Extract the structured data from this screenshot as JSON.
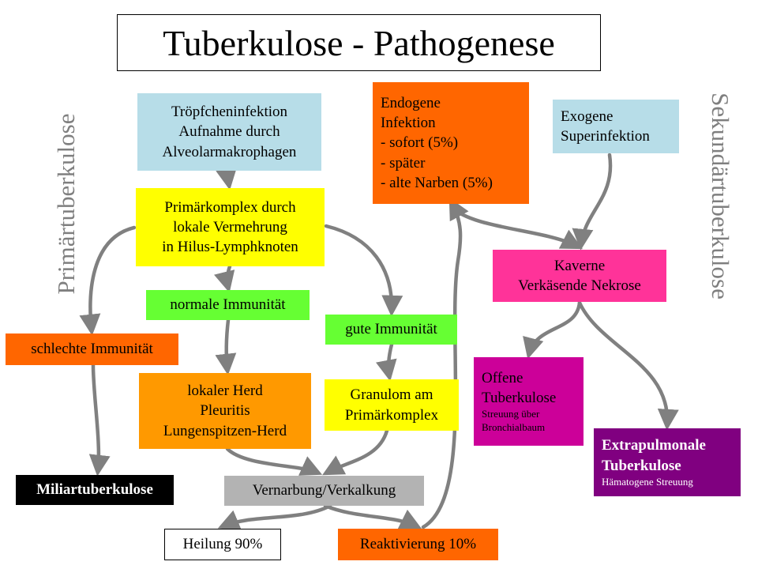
{
  "title": "Tuberkulose - Pathogenese",
  "side_labels": {
    "left": "Primärtuberkulose",
    "right": "Sekundärtuberkulose"
  },
  "colors": {
    "light_blue": "#b7dde8",
    "yellow": "#ffff00",
    "green": "#66ff33",
    "orange": "#ff6600",
    "amber": "#ff9900",
    "grey": "#b3b3b3",
    "pink": "#ff3399",
    "magenta": "#cc0099",
    "purple": "#800080",
    "black": "#000000",
    "arrow": "#808080"
  },
  "nodes": {
    "troepfchen": {
      "lines": [
        "Tröpfcheninfektion",
        "Aufnahme durch",
        "Alveolarmakrophagen"
      ]
    },
    "primaerkomplex": {
      "lines": [
        "Primärkomplex durch",
        "lokale Vermehrung",
        "in Hilus-Lymphknoten"
      ]
    },
    "normale_immunitaet": {
      "lines": [
        "normale Immunität"
      ]
    },
    "schlechte_immunitaet": {
      "lines": [
        "schlechte Immunität"
      ]
    },
    "gute_immunitaet": {
      "lines": [
        "gute Immunität"
      ]
    },
    "lokaler_herd": {
      "lines": [
        "lokaler Herd",
        "Pleuritis",
        "Lungenspitzen-Herd"
      ]
    },
    "granulom": {
      "lines": [
        "Granulom am",
        "Primärkomplex"
      ]
    },
    "miliartuberkulose": {
      "lines": [
        "Miliartuberkulose"
      ]
    },
    "vernarbung": {
      "lines": [
        "Vernarbung/Verkalkung"
      ]
    },
    "heilung": {
      "lines": [
        "Heilung 90%"
      ]
    },
    "reaktivierung": {
      "lines": [
        "Reaktivierung 10%"
      ]
    },
    "endogen": {
      "lines": [
        "Endogene",
        "Infektion",
        "- sofort (5%)",
        "- später",
        "- alte Narben (5%)"
      ]
    },
    "exogen": {
      "lines": [
        "Exogene",
        "Superinfektion"
      ]
    },
    "kaverne": {
      "lines": [
        "Kaverne",
        "Verkäsende Nekrose"
      ]
    },
    "offene": {
      "lines": [
        "Offene",
        "Tuberkulose"
      ],
      "small_lines": [
        "Streuung über",
        "Bronchialbaum"
      ]
    },
    "extrapulmonal": {
      "lines": [
        "Extrapulmonale",
        "Tuberkulose"
      ],
      "small_lines": [
        "Hämatogene Streuung"
      ]
    }
  }
}
